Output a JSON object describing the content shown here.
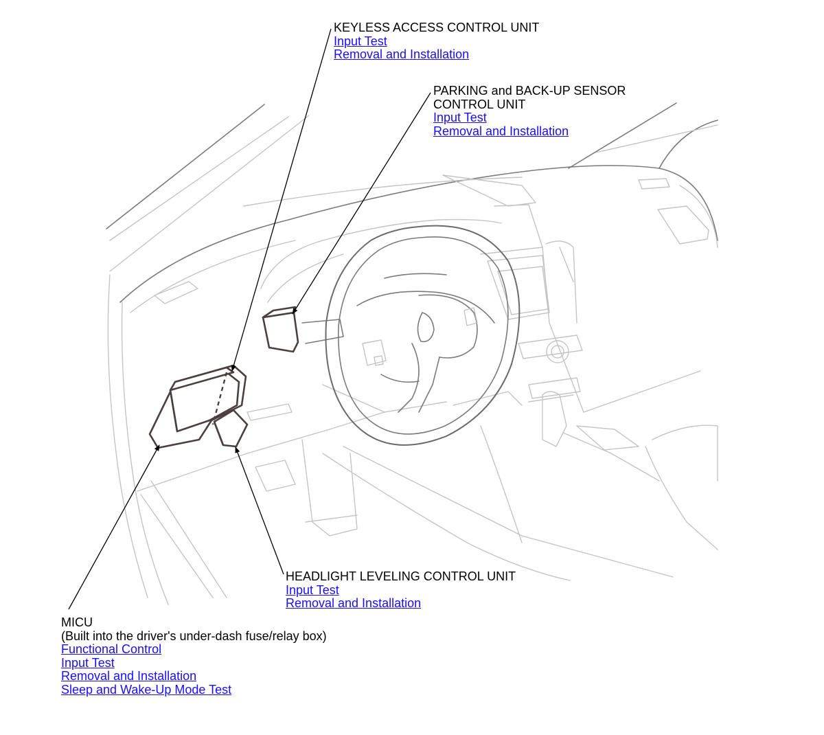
{
  "callouts": {
    "keyless": {
      "title": "KEYLESS ACCESS CONTROL UNIT",
      "links": [
        "Input Test",
        "Removal and Installation"
      ]
    },
    "parking": {
      "title": "PARKING and BACK-UP SENSOR\nCONTROL UNIT",
      "links": [
        "Input Test",
        "Removal and Installation"
      ]
    },
    "headlight": {
      "title": "HEADLIGHT LEVELING CONTROL UNIT",
      "links": [
        "Input Test",
        "Removal and Installation"
      ]
    },
    "micu": {
      "title": "MICU",
      "subtitle": "(Built into the driver's under-dash fuse/relay box)",
      "links": [
        "Functional Control",
        "Input Test",
        "Removal and Installation",
        "Sleep and Wake-Up Mode Test"
      ]
    }
  },
  "colors": {
    "link": "#1a0dff",
    "text": "#000000",
    "unit_outline": "#4a4040",
    "illustration_line": "#c4c4c4"
  }
}
